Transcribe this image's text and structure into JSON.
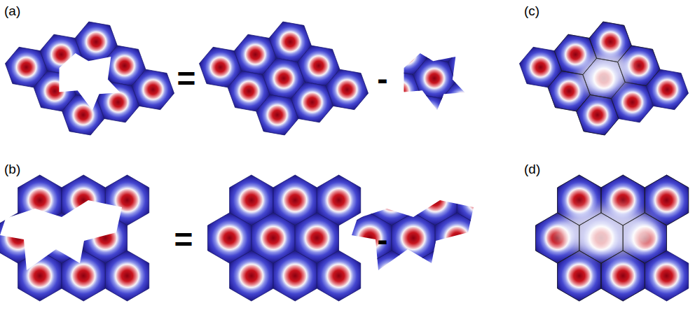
{
  "diagram": {
    "labels": [
      "(a)",
      "=",
      "-",
      "(c)",
      "(b)",
      "=",
      "-",
      "(d)"
    ]
  }
}
